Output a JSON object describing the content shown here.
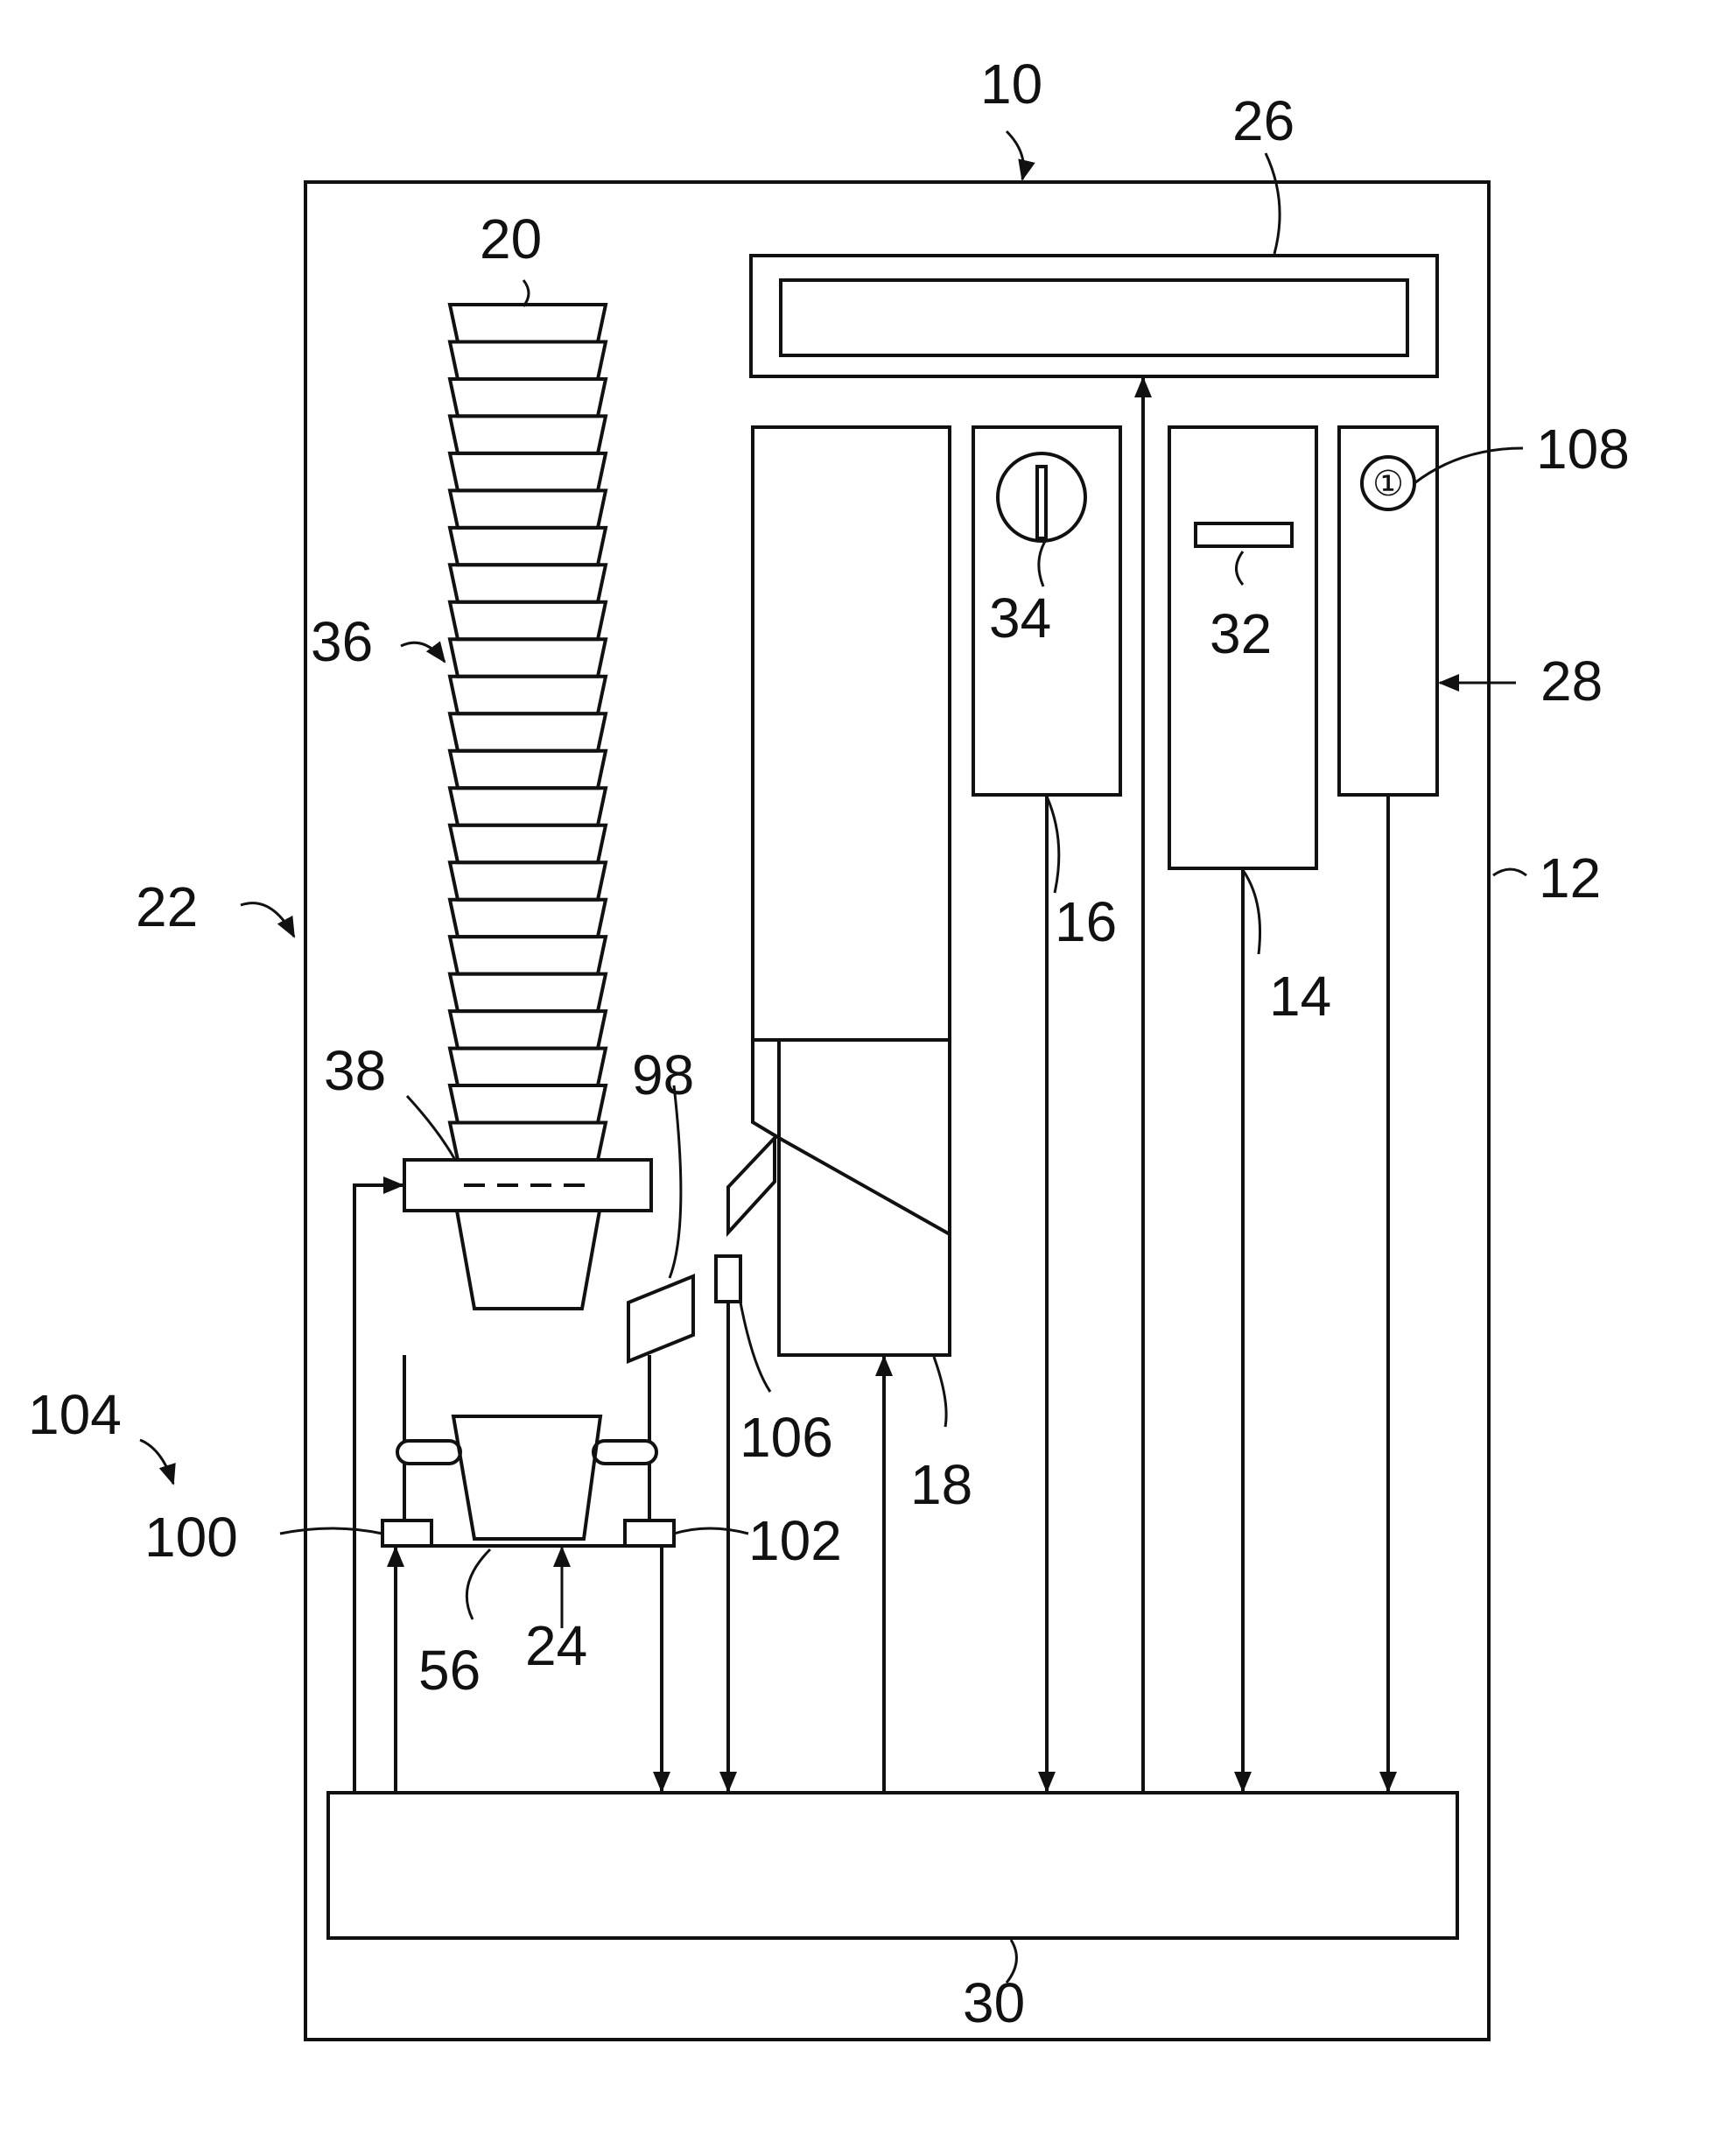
{
  "figure": {
    "labels": {
      "l10": "10",
      "l26": "26",
      "l20": "20",
      "l36": "36",
      "l108": "108",
      "l34": "34",
      "l32": "32",
      "l28": "28",
      "l12": "12",
      "l16": "16",
      "l14": "14",
      "l22": "22",
      "l38": "38",
      "l98": "98",
      "l106": "106",
      "l18": "18",
      "l104": "104",
      "l100": "100",
      "l102": "102",
      "l56": "56",
      "l24": "24",
      "l30": "30"
    },
    "indicator_symbol": "①",
    "cup_stack_count": 23
  }
}
